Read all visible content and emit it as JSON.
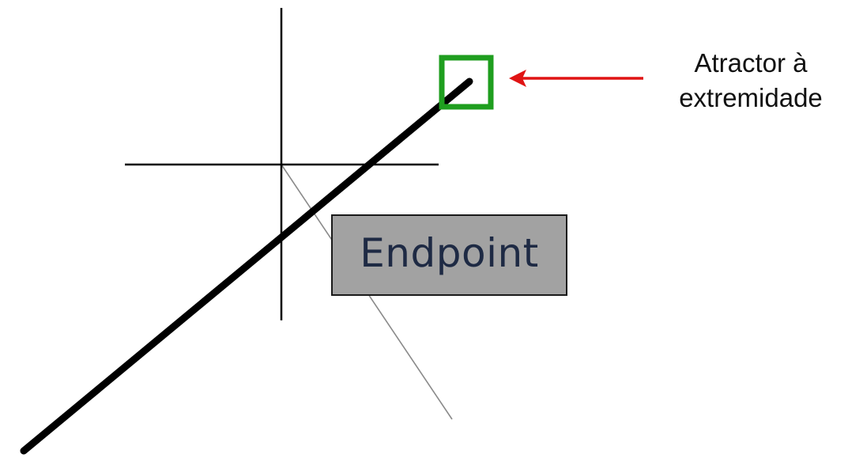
{
  "tooltip": {
    "label": "Endpoint"
  },
  "annotation": {
    "line1": "Atractor à",
    "line2": "extremidade"
  },
  "colors": {
    "background": "#ffffff",
    "crosshair": "#000000",
    "line": "#000000",
    "snap_marker": "#1f9e1f",
    "arrow": "#e01414",
    "tooltip_bg": "#a2a2a2",
    "tooltip_text": "#1e2a44"
  },
  "icons": {
    "snap_marker": "endpoint-snap-square-icon",
    "cursor": "crosshair-cursor-icon",
    "pointer": "red-arrow-icon"
  }
}
